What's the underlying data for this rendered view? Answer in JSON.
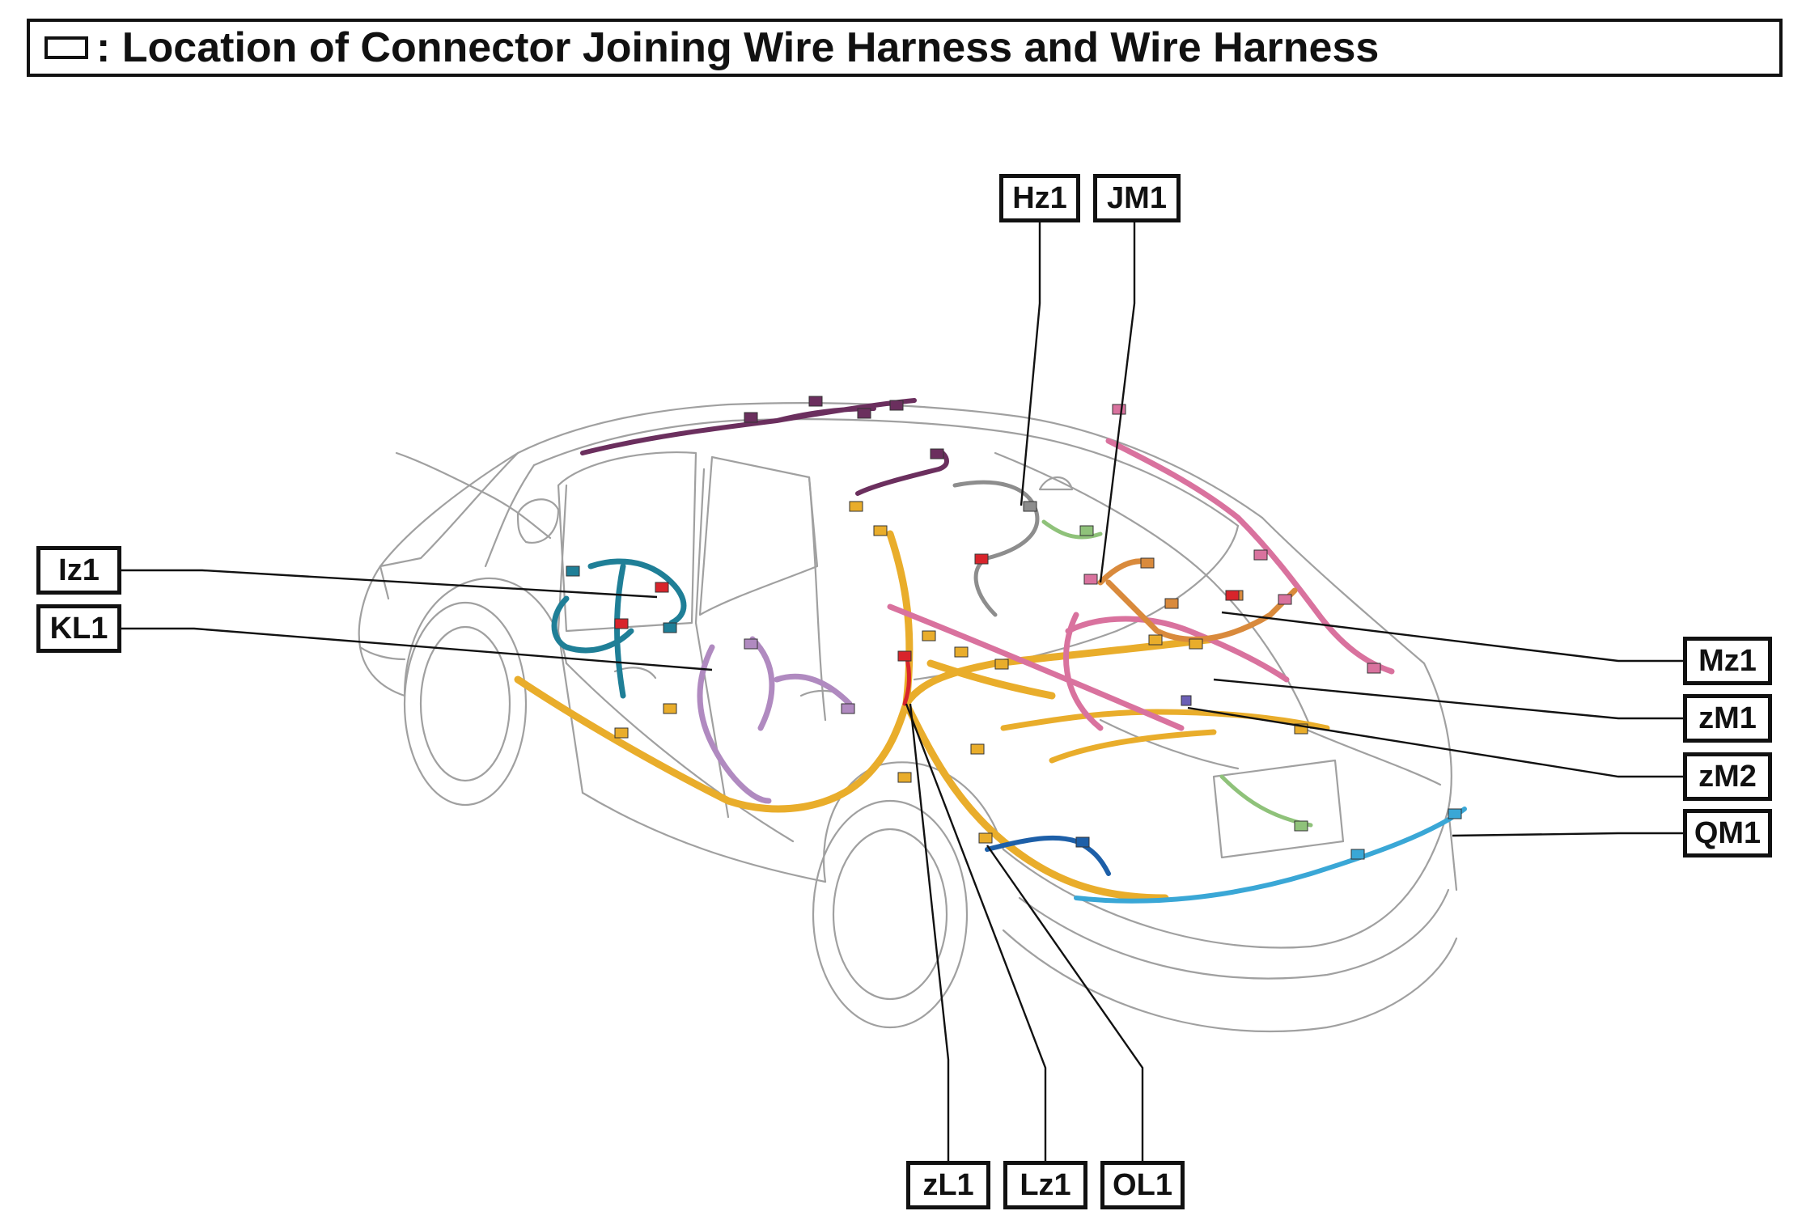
{
  "title": {
    "symbol_icon": "connector-box-symbol",
    "text": ": Location of Connector Joining Wire Harness and Wire Harness"
  },
  "colors": {
    "outline": "#111111",
    "car_line": "#9a9a9a",
    "harness_yellow": "#e9ad2b",
    "harness_pink": "#d9729e",
    "harness_orange": "#d98a3c",
    "harness_purple": "#6b2f5e",
    "harness_teal": "#1f7f97",
    "harness_lavender": "#b08ac0",
    "harness_blue": "#1d5fa8",
    "harness_cyan": "#3aa7d6",
    "harness_green": "#8fc27a",
    "harness_gray": "#8d8d8d",
    "connector_red": "#d8242b"
  },
  "callouts": {
    "hz1": "Hz1",
    "jm1": "JM1",
    "iz1": "Iz1",
    "kl1": "KL1",
    "mz1": "Mz1",
    "zm1": "zM1",
    "zm2": "zM2",
    "qm1": "QM1",
    "zl1": "zL1",
    "lz1": "Lz1",
    "ol1": "OL1"
  }
}
